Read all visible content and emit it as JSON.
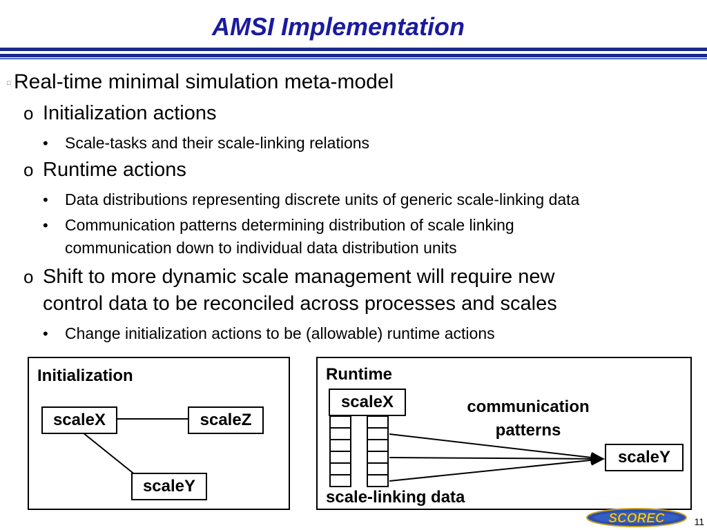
{
  "slide": {
    "title": "AMSI Implementation",
    "page_number": "11",
    "logo_text": "SCOREC"
  },
  "colors": {
    "title": "#1a1aa0",
    "rule_dark": "#1a2a8c",
    "rule_light": "#4a66c8"
  },
  "bullets": {
    "top": "Real-time minimal simulation meta-model",
    "init": "Initialization actions",
    "init_sub1": "Scale-tasks and their scale-linking relations",
    "runtime": "Runtime actions",
    "runtime_sub1": "Data distributions representing discrete units of generic scale-linking data",
    "runtime_sub2_line1": "Communication patterns determining distribution of scale linking",
    "runtime_sub2_line2": "communication down to individual data distribution units",
    "shift_line1": "Shift to more dynamic scale management will require new",
    "shift_line2": "control data to be reconciled across processes and scales",
    "shift_sub1": "Change initialization actions to be (allowable) runtime actions"
  },
  "markers": {
    "level1": "□",
    "level2": "o",
    "level3": "•"
  },
  "diagram_init": {
    "title": "Initialization",
    "node_x": "scaleX",
    "node_z": "scaleZ",
    "node_y": "scaleY"
  },
  "diagram_runtime": {
    "title": "Runtime",
    "node_x": "scaleX",
    "node_y": "scaleY",
    "label_comm_line1": "communication",
    "label_comm_line2": "patterns",
    "label_data": "scale-linking data"
  }
}
